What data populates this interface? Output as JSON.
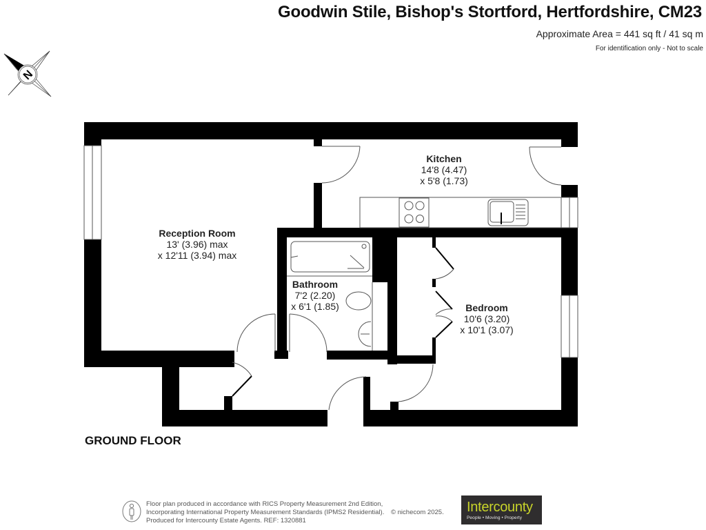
{
  "header": {
    "title": "Goodwin Stile, Bishop's Stortford, Hertfordshire, CM23",
    "area": "Approximate Area = 441 sq ft / 41 sq m",
    "disclaimer": "For identification only - Not to scale"
  },
  "compass": {
    "icon": "compass-rose-icon",
    "letter": "N"
  },
  "rooms": {
    "reception": {
      "name": "Reception Room",
      "dim1": "13' (3.96) max",
      "dim2": "x 12'11 (3.94) max"
    },
    "kitchen": {
      "name": "Kitchen",
      "dim1": "14'8 (4.47)",
      "dim2": "x 5'8 (1.73)"
    },
    "bathroom": {
      "name": "Bathroom",
      "dim1": "7'2 (2.20)",
      "dim2": "x 6'1 (1.85)"
    },
    "bedroom": {
      "name": "Bedroom",
      "dim1": "10'6 (3.20)",
      "dim2": "x 10'1 (3.07)"
    }
  },
  "floor": {
    "label": "GROUND FLOOR"
  },
  "footer": {
    "icon": "person-info-icon",
    "line1": "Floor plan produced in accordance with RICS Property Measurement 2nd Edition,",
    "line2": "Incorporating International Property Measurement Standards (IPMS2 Residential).",
    "line3": "Produced for Intercounty Estate Agents.   REF:  1320881",
    "copyright": "© nichecom 2025."
  },
  "logo": {
    "brand": "Intercounty",
    "tagline": "People  •  Moving  •  Property",
    "bg_color": "#2f2d2e",
    "brand_color": "#c8d42a"
  },
  "colors": {
    "wall": "#000000",
    "fixture_line": "#555555"
  }
}
